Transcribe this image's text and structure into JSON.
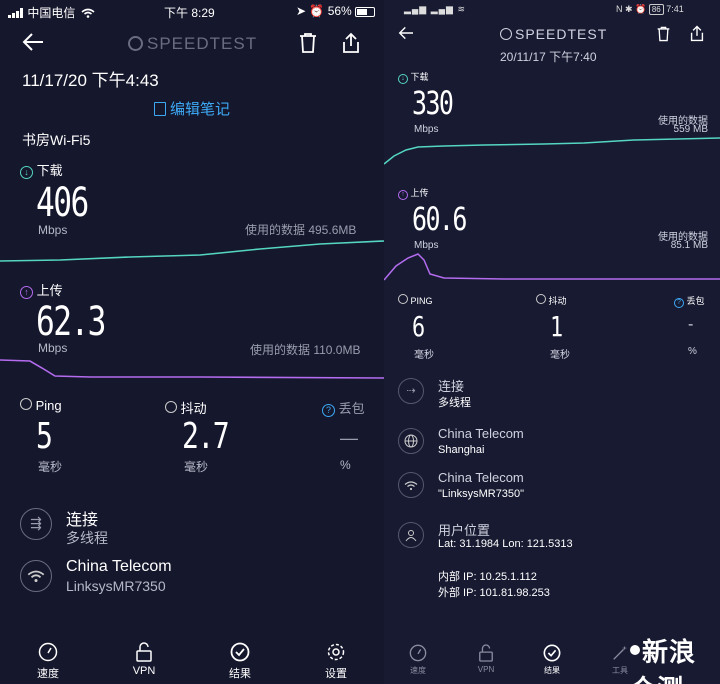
{
  "left": {
    "status": {
      "carrier": "中国电信",
      "time": "下午 8:29",
      "battery": "56%"
    },
    "header": {
      "logo": "SPEEDTEST"
    },
    "date": "11/17/20 下午4:43",
    "edit_note": "编辑笔记",
    "network": "书房Wi-Fi5",
    "download": {
      "label": "下载",
      "value": "406",
      "unit": "Mbps",
      "data_used": "使用的数据 495.6MB"
    },
    "upload": {
      "label": "上传",
      "value": "62.3",
      "unit": "Mbps",
      "data_used": "使用的数据 110.0MB"
    },
    "ping": {
      "label": "Ping",
      "value": "5",
      "unit": "毫秒"
    },
    "jitter": {
      "label": "抖动",
      "value": "2.7",
      "unit": "毫秒"
    },
    "loss": {
      "label": "丢包",
      "value": "—",
      "unit": "%"
    },
    "connection": {
      "title": "连接",
      "value": "多线程"
    },
    "provider": {
      "title": "China Telecom",
      "value": "LinksysMR7350"
    },
    "nav": [
      {
        "label": "速度",
        "icon": "gauge-icon"
      },
      {
        "label": "VPN",
        "icon": "lock-icon"
      },
      {
        "label": "结果",
        "icon": "check-circle-icon"
      },
      {
        "label": "设置",
        "icon": "gear-icon"
      }
    ]
  },
  "right": {
    "status": {
      "time": "7:41",
      "battery": "86"
    },
    "header": {
      "logo": "SPEEDTEST"
    },
    "date": "20/11/17 下午7:40",
    "download": {
      "label": "下载",
      "value": "330",
      "unit": "Mbps",
      "data_label": "使用的数据",
      "data_value": "559 MB"
    },
    "upload": {
      "label": "上传",
      "value": "60.6",
      "unit": "Mbps",
      "data_label": "使用的数据",
      "data_value": "85.1 MB"
    },
    "ping": {
      "label": "PING",
      "value": "6",
      "unit": "毫秒"
    },
    "jitter": {
      "label": "抖动",
      "value": "1",
      "unit": "毫秒"
    },
    "loss": {
      "label": "丢包",
      "value": "-",
      "unit": "%"
    },
    "connection": {
      "title": "连接",
      "value": "多线程"
    },
    "server": {
      "title": "China Telecom",
      "value": "Shanghai"
    },
    "provider": {
      "title": "China Telecom",
      "value": "\"LinksysMR7350\""
    },
    "location": {
      "title": "用户位置",
      "value": "Lat: 31.1984 Lon: 121.5313"
    },
    "internal_ip": "内部 IP: 10.25.1.112",
    "external_ip": "外部 IP: 101.81.98.253",
    "nav": [
      {
        "label": "速度",
        "icon": "gauge-icon"
      },
      {
        "label": "VPN",
        "icon": "lock-icon"
      },
      {
        "label": "结果",
        "icon": "check-circle-icon"
      },
      {
        "label": "工具",
        "icon": "wand-icon"
      }
    ],
    "watermark": "新浪众测"
  },
  "colors": {
    "download": "#55d6c2",
    "upload": "#b46cf0",
    "accent": "#3da9f5"
  }
}
